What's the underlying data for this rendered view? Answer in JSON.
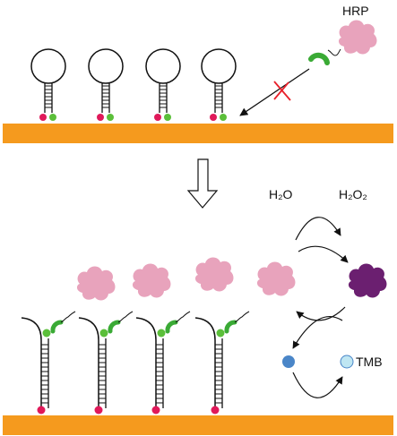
{
  "labels": {
    "hrp": "HRP",
    "water": "H₂O",
    "peroxide": "H₂O₂",
    "tmb": "TMB"
  },
  "colors": {
    "surface": "#f59a1e",
    "red_dot": "#e0195a",
    "green_dot": "#5bbf3a",
    "green_clamp": "#3aaa35",
    "hrp_pink": "#e8a3bc",
    "hrp_purple": "#6b1f70",
    "tmb_blue": "#4a86c8",
    "tmb_light": "#bfe6f2",
    "block_x": "#e8202a"
  }
}
